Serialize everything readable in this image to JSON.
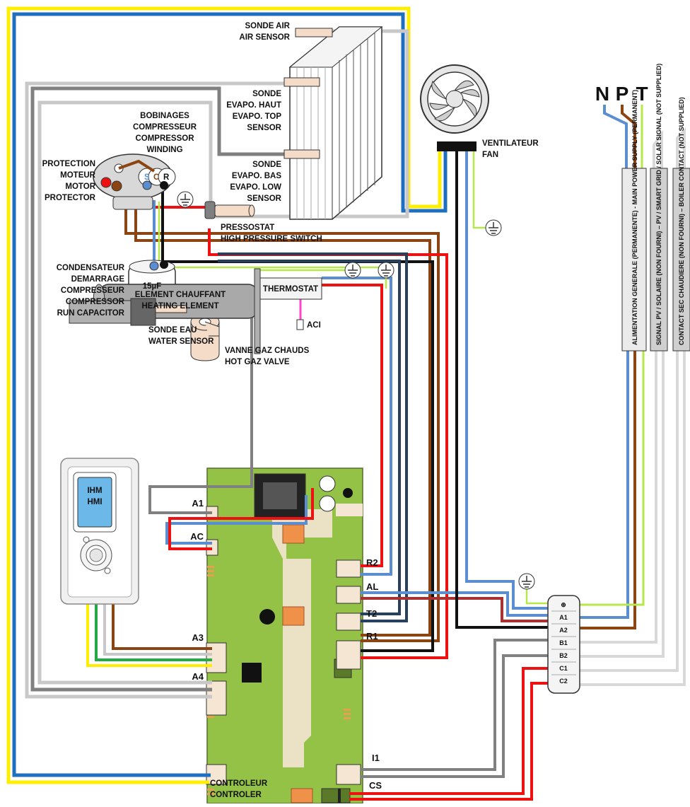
{
  "labels": {
    "air_sensor_fr": "SONDE AIR",
    "air_sensor_en": "AIR SENSOR",
    "evap_top_1": "SONDE",
    "evap_top_2": "EVAPO. HAUT",
    "evap_top_3": "EVAPO. TOP",
    "evap_top_4": "SENSOR",
    "evap_low_1": "SONDE",
    "evap_low_2": "EVAPO. BAS",
    "evap_low_3": "EVAPO. LOW",
    "evap_low_4": "SENSOR",
    "winding_1": "BOBINAGES",
    "winding_2": "COMPRESSEUR",
    "winding_3": "COMPRESSOR",
    "winding_4": "WINDING",
    "protector_1": "PROTECTION",
    "protector_2": "MOTEUR",
    "protector_3": "MOTOR",
    "protector_4": "PROTECTOR",
    "terminal_s": "S",
    "terminal_c": "C",
    "terminal_r": "R",
    "fan_fr": "VENTILATEUR",
    "fan_en": "FAN",
    "pressostat_fr": "PRESSOSTAT",
    "pressostat_en": "HIGH PRESSURE SWITCH",
    "cap_1": "CONDENSATEUR",
    "cap_2": "DEMARRAGE",
    "cap_3": "COMPRESSEUR",
    "cap_4": "COMPRESSOR",
    "cap_5": "RUN CAPACITOR",
    "cap_value": "15µF",
    "valve_fr": "VANNE GAZ CHAUDS",
    "valve_en": "HOT GAZ VALVE",
    "heater_fr": "ELEMENT CHAUFFANT",
    "heater_en": "HEATING ELEMENT",
    "thermostat": "THERMOSTAT",
    "water_sensor_fr": "SONDE EAU",
    "water_sensor_en": "WATER SENSOR",
    "aci": "ACI",
    "hmi_fr": "IHM",
    "hmi_en": "HMI",
    "controller_fr": "CONTROLEUR",
    "controller_en": "CONTROLER",
    "supply_n": "N",
    "supply_p": "P",
    "supply_t": "T",
    "cable_main": "ALIMENTATION GENERALE (PERMANENTE) - MAIN POWER SUPPLY (PERMANENT)",
    "cable_pv": "SIGNAL PV / SOLAIRE (NON FOURNI) – PV / SMART GRID / SOLAR SIGNAL (NOT SUPPLIED)",
    "cable_boiler": "CONTACT SEC CHAUDIERE (NON FOURNI) – BOILER CONTACT (NOT SUPPLIED)"
  },
  "connectors": {
    "ac": "AC",
    "a1": "A1",
    "a3": "A3",
    "a4": "A4",
    "r2": "R2",
    "al": "AL",
    "t2": "T2",
    "r1": "R1",
    "i1": "I1",
    "cs": "CS"
  },
  "terminal_block": {
    "rows": [
      "⊕",
      "A1",
      "A2",
      "B1",
      "B2",
      "C1",
      "C2"
    ]
  },
  "colors": {
    "yellow": "#ffee00",
    "blue": "#1f6fc0",
    "light_blue": "#5b8ed0",
    "brown": "#8b4513",
    "red": "#ee1111",
    "black": "#111111",
    "grey": "#808080",
    "light_grey": "#c8c8c8",
    "green_yellow": "#b7e84a",
    "navy": "#27405e",
    "dark_red": "#a83232",
    "pink": "#ff44cc",
    "green": "#22aa44",
    "board": "#93c247"
  }
}
